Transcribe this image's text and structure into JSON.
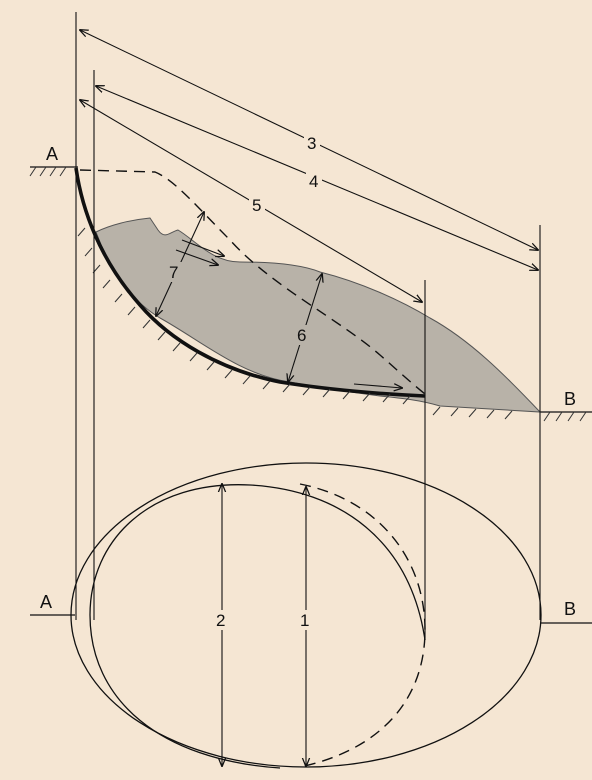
{
  "labels": {
    "point_a_top": "A",
    "point_b_top": "B",
    "point_a_bottom": "A",
    "point_b_bottom": "B",
    "dim_1": "1",
    "dim_2": "2",
    "dim_3": "3",
    "dim_4": "4",
    "dim_5": "5",
    "dim_6": "6",
    "dim_7": "7"
  },
  "colors": {
    "background": "#f5e6d3",
    "landslide_fill": "#b8b2a8",
    "line": "#111111"
  }
}
